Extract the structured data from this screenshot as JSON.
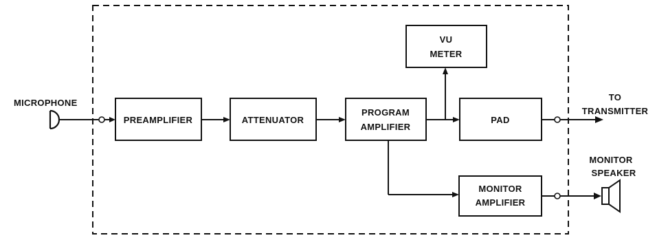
{
  "diagram": {
    "blocks": {
      "preamplifier": "PREAMPLIFIER",
      "attenuator": "ATTENUATOR",
      "program_amplifier": [
        "PROGRAM",
        "AMPLIFIER"
      ],
      "vu_meter": [
        "VU",
        "METER"
      ],
      "pad": "PAD",
      "monitor_amplifier": [
        "MONITOR",
        "AMPLIFIER"
      ]
    },
    "external": {
      "microphone": "MICROPHONE",
      "transmitter": [
        "TO",
        "TRANSMITTER"
      ],
      "monitor_speaker": [
        "MONITOR",
        "SPEAKER"
      ]
    },
    "connections": [
      [
        "MICROPHONE",
        "PREAMPLIFIER"
      ],
      [
        "PREAMPLIFIER",
        "ATTENUATOR"
      ],
      [
        "ATTENUATOR",
        "PROGRAM AMPLIFIER"
      ],
      [
        "PROGRAM AMPLIFIER",
        "PAD"
      ],
      [
        "PROGRAM AMPLIFIER",
        "VU METER"
      ],
      [
        "PAD",
        "TO TRANSMITTER"
      ],
      [
        "PROGRAM AMPLIFIER",
        "MONITOR AMPLIFIER"
      ],
      [
        "MONITOR AMPLIFIER",
        "MONITOR SPEAKER"
      ]
    ]
  }
}
